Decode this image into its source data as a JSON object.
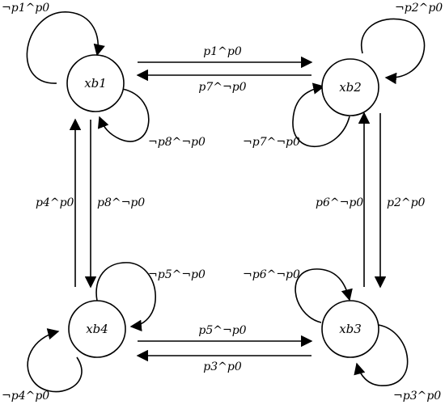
{
  "nodes": {
    "xb1": "xb1",
    "xb2": "xb2",
    "xb3": "xb3",
    "xb4": "xb4"
  },
  "edges": {
    "xb1_to_xb2": "p1^p0",
    "xb2_to_xb1": "p7^¬p0",
    "xb1_to_xb4": "p8^¬p0",
    "xb4_to_xb1": "p4^p0",
    "xb2_to_xb3": "p2^p0",
    "xb3_to_xb2": "p6^¬p0",
    "xb4_to_xb3": "p5^¬p0",
    "xb3_to_xb4": "p3^p0"
  },
  "self_loops": {
    "xb1_top": "¬p1^p0",
    "xb1_bottom": "¬p8^¬p0",
    "xb2_top": "¬p2^p0",
    "xb2_bottom": "¬p7^¬p0",
    "xb3_top": "¬p6^¬p0",
    "xb3_bottom": "¬p3^p0",
    "xb4_top": "¬p5^¬p0",
    "xb4_bottom": "¬p4^p0"
  },
  "colors": {
    "stroke": "#000000",
    "fill": "#ffffff"
  }
}
